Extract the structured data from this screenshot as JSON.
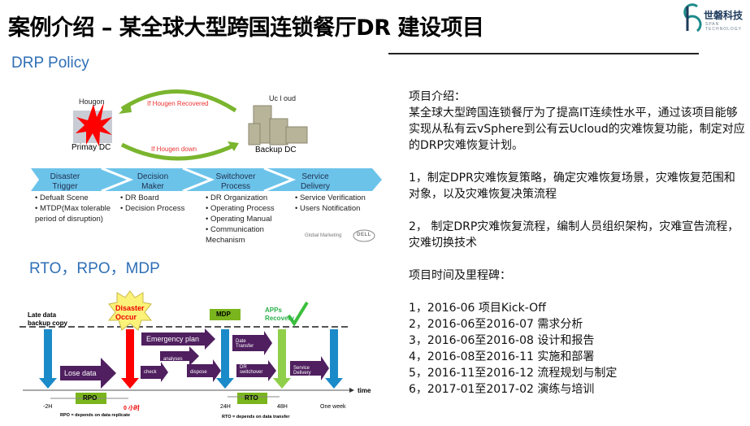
{
  "title": "案例介绍 – 某全球大型跨国连锁餐厅DR 建设项目",
  "logo": {
    "name": "世磐科技",
    "sub": "SPAN TECHNOLOGY"
  },
  "drp": {
    "heading": "DRP Policy",
    "primary_name": "Hougon",
    "primary_label": "Primay DC",
    "backup_name": "Uc l oud",
    "backup_label": "Backup DC",
    "arrow_top": "If Hougen Recovered",
    "arrow_bottom": "If Hougen down",
    "stages": [
      {
        "title": "Disaster\nTrigger",
        "items": [
          "• Defualt Scene",
          "• MTDP(Max tolerable period of disruption)"
        ]
      },
      {
        "title": "Decision\nMaker",
        "items": [
          "• DR Board",
          "• Decision Process"
        ]
      },
      {
        "title": "Switchover\nProcess",
        "items": [
          "• DR Organization",
          "• Operating Process",
          "• Operating Manual",
          "• Communication Mechanism"
        ]
      },
      {
        "title": "Service\nDelivery",
        "items": [
          "• Service Verification",
          "• Users Notification"
        ]
      }
    ],
    "footer": "Global Marketing",
    "brand": "DELL"
  },
  "timeline": {
    "heading": "RTO，RPO，MDP",
    "late": "Late data backup copy",
    "disaster": "Disaster Occur",
    "mdp": "MDP",
    "apps": "APPs Recovery",
    "lose": "Lose data",
    "emergency": "Emergency plan",
    "analyses": "analyses",
    "check": "check",
    "dispose": "dispose",
    "transfer": "Date Transfer",
    "switchover": "DR switchover",
    "service": "Service Delivery",
    "rpo": "RPO",
    "rto": "RTO",
    "time": "time",
    "ticks": [
      "-2H",
      "0 小时",
      "24H",
      "48H",
      "One week"
    ],
    "rpo_note": "RPO = depends on data replicate",
    "rto_note": "RTO = depends on data transfer"
  },
  "right": {
    "intro_label": "项目介绍：",
    "intro": "某全球大型跨国连锁餐厅为了提高IT连续性水平，通过该项目能够实现从私有云vSphere到公有云Ucloud的灾难恢复功能，制定对应的DRP灾难恢复计划。",
    "p1": "1，制定DPR灾难恢复策略，确定灾难恢复场景，灾难恢复范围和对象，以及灾难恢复决策流程",
    "p2": "2， 制定DRP灾难恢复流程，编制人员组织架构，灾难宣告流程，灾难切换技术",
    "milestone_label": "项目时间及里程碑：",
    "milestones": [
      "1，2016-06 项目Kick-Off",
      "2，2016-06至2016-07 需求分析",
      "3，2016-06至2016-08 设计和报告",
      "4，2016-08至2016-11 实施和部署",
      "5，2016-11至2016-12 流程规划与制定",
      "6，2017-01至2017-02 演练与培训"
    ]
  }
}
